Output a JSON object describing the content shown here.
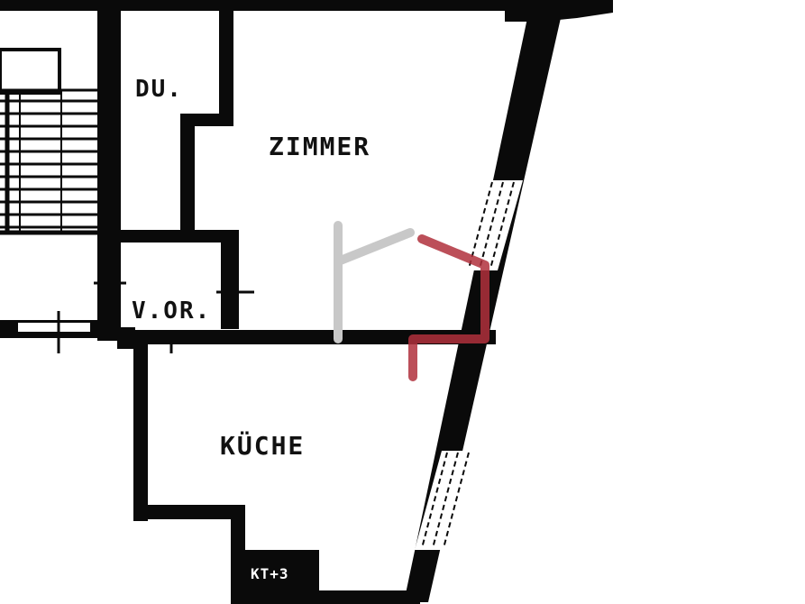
{
  "floorplan": {
    "rooms": {
      "du": "DU.",
      "zimmer": "ZIMMER",
      "vor": "V.OR.",
      "kueche": "KÜCHE",
      "kt": "KT+3"
    },
    "colors": {
      "wall": "#0a0a0a",
      "marker_gray": "#c8c8c8",
      "marker_red": "#b0303c",
      "background": "#ffffff"
    }
  }
}
